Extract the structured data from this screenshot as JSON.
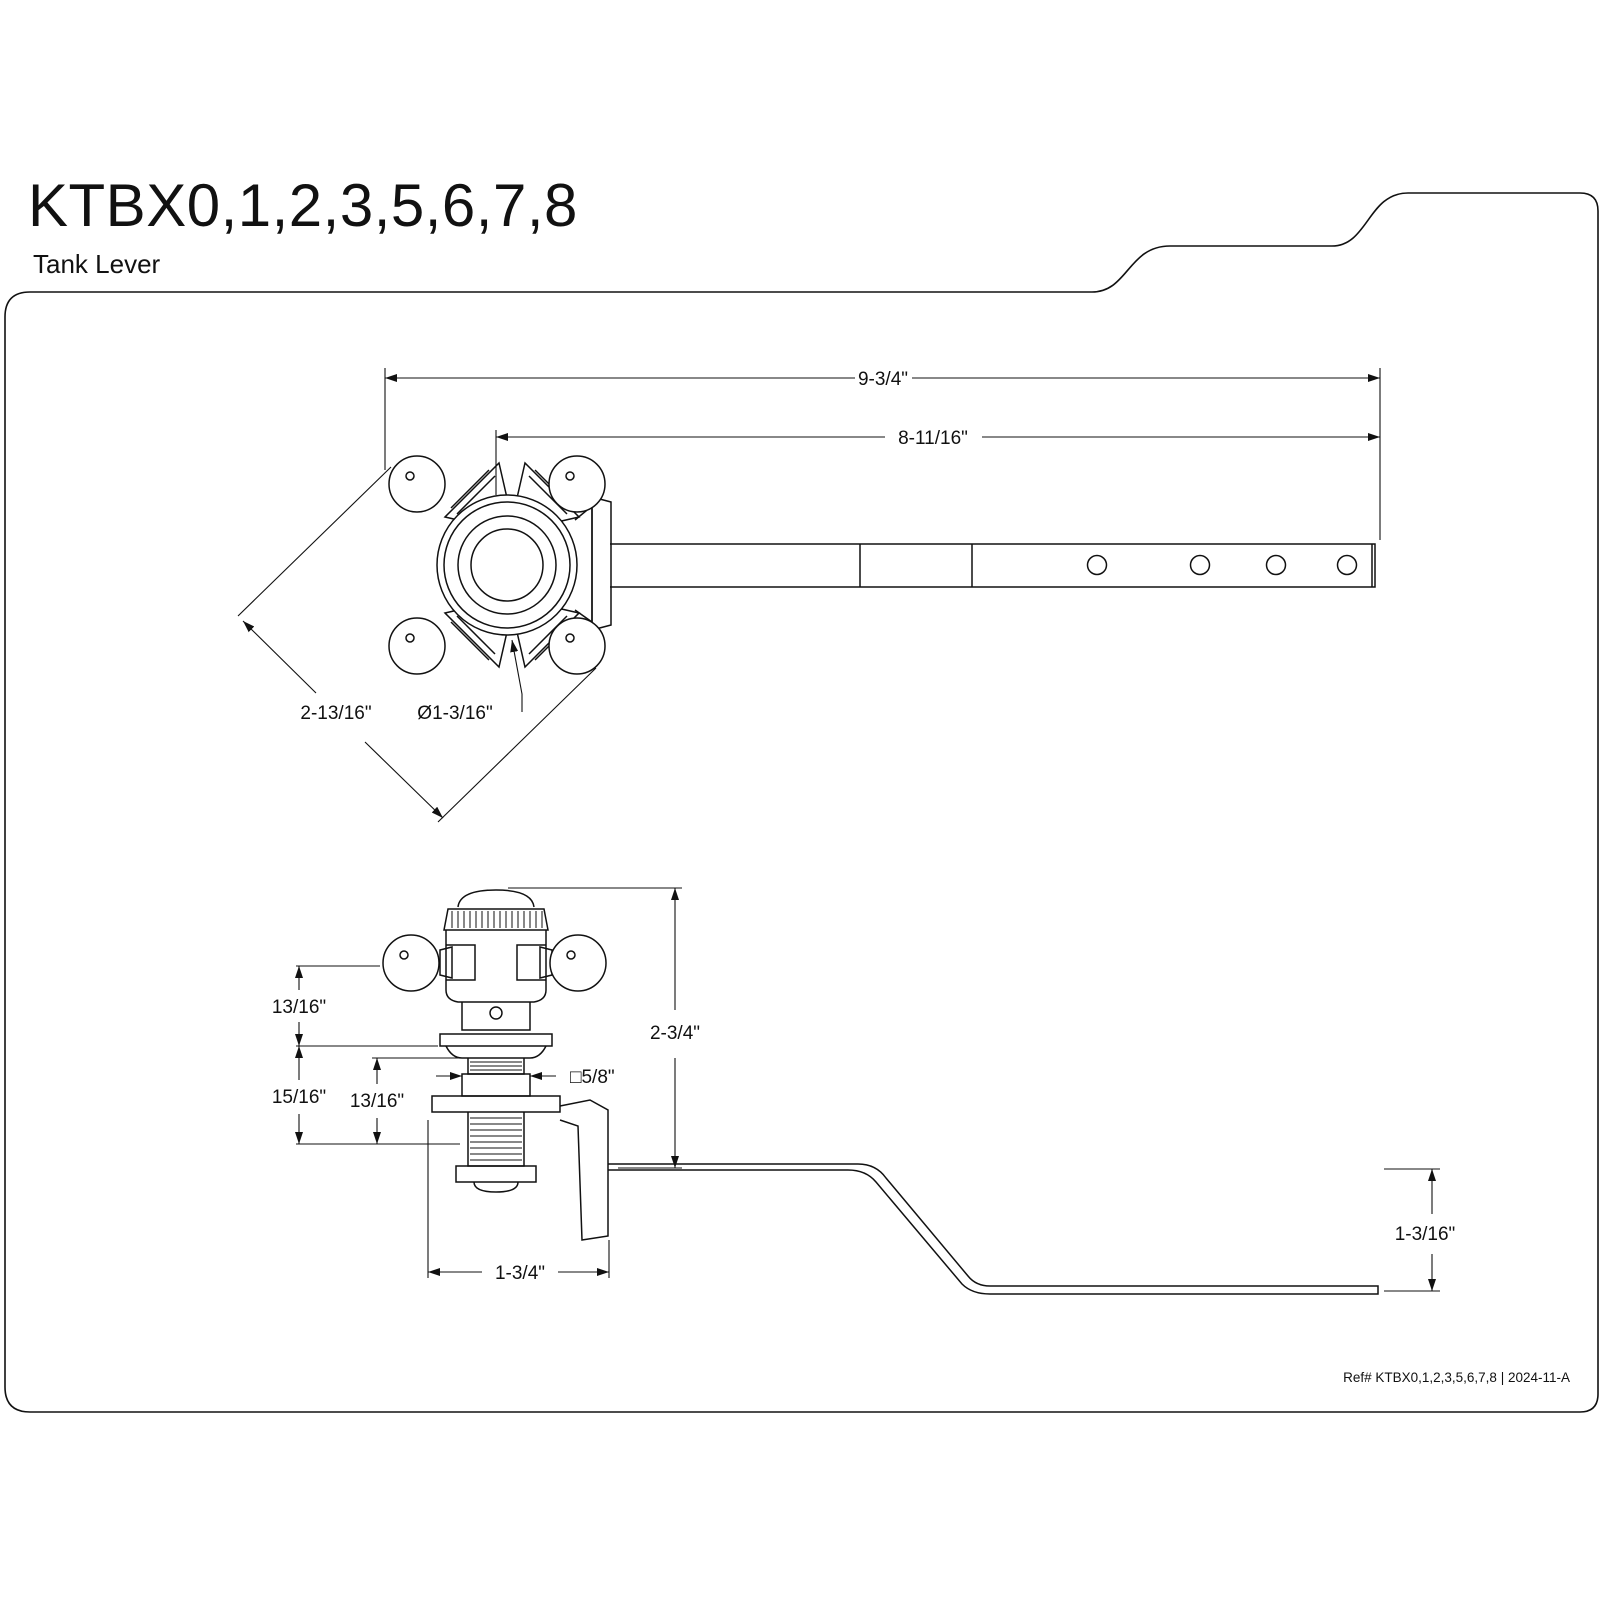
{
  "header": {
    "title": "KTBX0,1,2,3,5,6,7,8",
    "subtitle": "Tank Lever"
  },
  "footer": {
    "ref": "Ref# KTBX0,1,2,3,5,6,7,8 | 2024-11-A"
  },
  "dimensions": {
    "overall_length": "9-3/4\"",
    "arm_length": "8-11/16\"",
    "handle_width": "2-13/16\"",
    "hub_diameter": "Ø1-3/16\"",
    "handle_height": "13/16\"",
    "escutcheon_to_mount": "15/16\"",
    "thread_length": "13/16\"",
    "nut_size": "□5/8\"",
    "total_height": "2-3/4\"",
    "base_width": "1-3/4\"",
    "arm_drop": "1-3/16\""
  }
}
